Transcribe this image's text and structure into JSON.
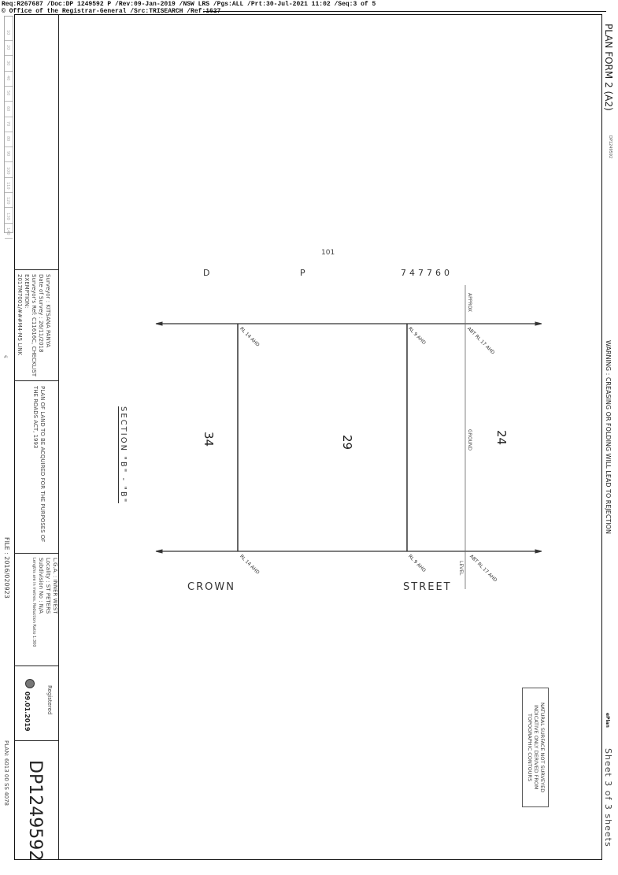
{
  "header": {
    "line1": "Req:R267687 /Doc:DP 1249592 P /Rev:09-Jan-2019 /NSW LRS /Pgs:ALL /Prt:30-Jul-2021 11:02 /Seq:3 of 5",
    "line2": "© Office of the Registrar-General /Src:TRISEARCH /Ref:1627"
  },
  "ruler": [
    "10",
    "20",
    "30",
    "40",
    "50",
    "60",
    "70",
    "80",
    "90",
    "100",
    "110",
    "120",
    "130",
    "140"
  ],
  "title_block": {
    "surveyor": [
      "Surveyor : KITSANA PANYA",
      "Date of Survey : 26/11/2018",
      "Surveyor's Ref: C11616C, CHECKLIST",
      "EXEMPTION:",
      "2017M7001/###M4-M5 LINK"
    ],
    "purpose": [
      "PLAN OF LAND TO BE ACQUIRED FOR THE PURPOSES OF",
      "THE ROADS ACT, 1993"
    ],
    "lga": [
      "L.G.A. : INNER WEST",
      "Locality : ST PETERS",
      "Subdivision No : N/A",
      "Lengths are in metres. Reduction Ratio 1:300"
    ],
    "registered_label": "Registered",
    "registered_date": "09.01.2019",
    "plan_number": "DP1249592",
    "file": "FILE : 2016/020923",
    "plan_ref": "PLAN: 6013 00 SS 4078"
  },
  "drawing": {
    "lot_number": "101",
    "dp_d": "D",
    "dp_p": "P",
    "dp_number": "747760",
    "section_label": "SECTION \"B\" - \"B\"",
    "lots": [
      "34",
      "29",
      "24"
    ],
    "rl_labels": [
      "RL 14 AHD",
      "RL 9 AHD",
      "ABT RL 17 AHD"
    ],
    "approx": "APPROX",
    "ground": "GROUND",
    "level": "LEVEL",
    "road_name_1": "CROWN",
    "road_name_2": "STREET",
    "note": [
      "NATURAL SURFACE NOT SURVEYED",
      "INDICATIVE ONLY DERIVED FROM",
      "TOPOGRAPHIC CONTOURS"
    ]
  },
  "right_margin": {
    "form": "PLAN FORM 2 (A2)",
    "form_ref": "DP1249592",
    "warning": "WARNING : CREASING OR FOLDING WILL LEAD TO REJECTION",
    "eplan": "ePlan",
    "sheet": "Sheet 3 of 3 sheets"
  }
}
